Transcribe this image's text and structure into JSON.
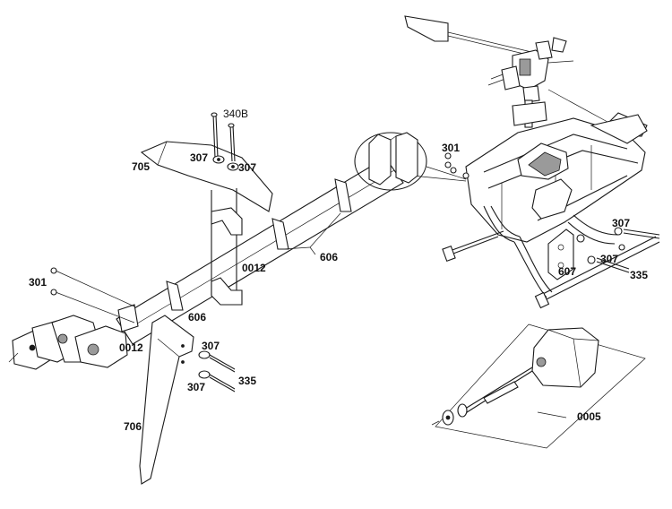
{
  "labels": {
    "p340b": "340B",
    "p705": "705",
    "p307_top_a": "307",
    "p307_top_b": "307",
    "p301_frame": "301",
    "p307_right_a": "307",
    "p0012_top": "0012",
    "p606_right": "606",
    "p307_right_b": "307",
    "p607": "607",
    "p335_right": "335",
    "p301_left": "301",
    "p606_left": "606",
    "p0012_left": "0012",
    "p307_fin_a": "307",
    "p307_fin_b": "307",
    "p335_fin": "335",
    "p706": "706",
    "p0005": "0005"
  }
}
